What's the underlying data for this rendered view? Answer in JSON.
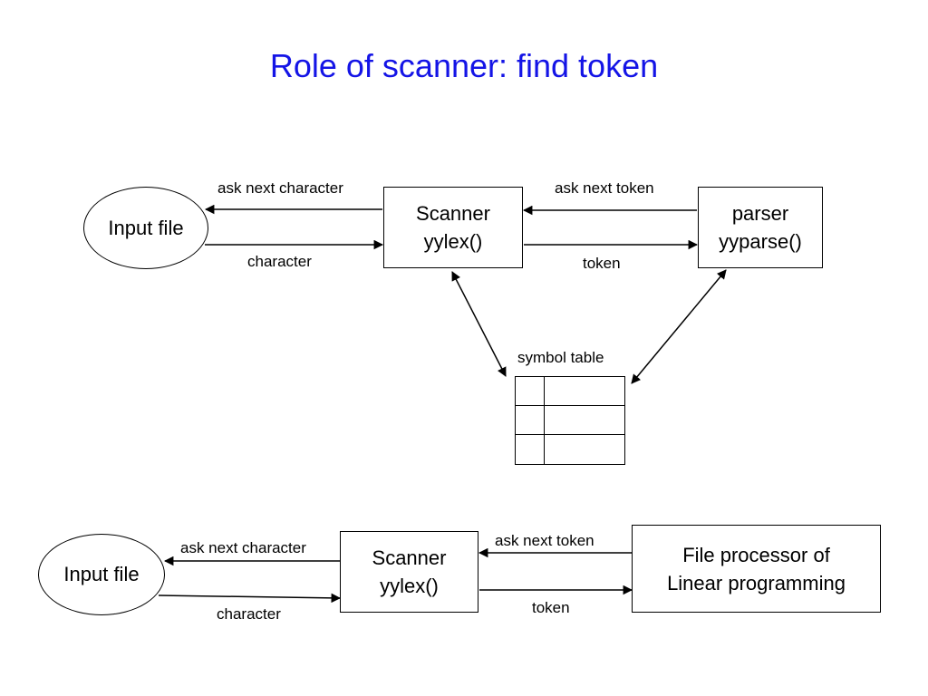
{
  "title": "Role of scanner: find token",
  "top": {
    "input_file": "Input file",
    "scanner": [
      "Scanner",
      "yylex()"
    ],
    "parser": [
      "parser",
      "yyparse()"
    ],
    "ask_next_character": "ask next character",
    "character": "character",
    "ask_next_token": "ask next token",
    "token": "token",
    "symbol_table": "symbol table"
  },
  "bottom": {
    "input_file": "Input file",
    "scanner": [
      "Scanner",
      "yylex()"
    ],
    "processor": [
      "File processor of",
      "Linear programming"
    ],
    "ask_next_character": "ask next character",
    "character": "character",
    "ask_next_token": "ask next token",
    "token": "token"
  }
}
